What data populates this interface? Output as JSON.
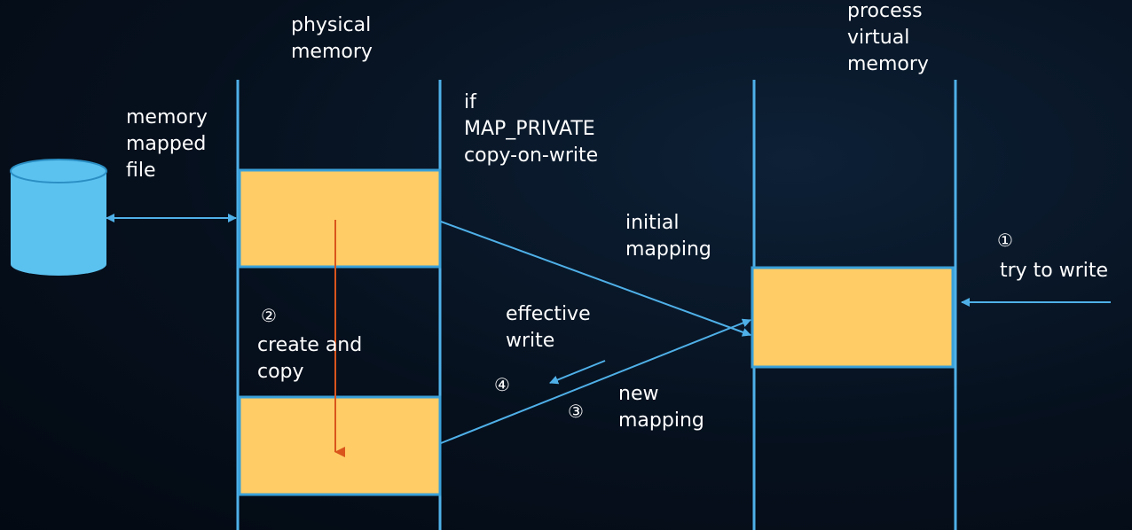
{
  "labels": {
    "physical_memory": "physical\nmemory",
    "process_virtual_memory": "process\nvirtual\nmemory",
    "memory_mapped_file": "memory\nmapped\nfile",
    "map_private_note": "if\nMAP_PRIVATE\ncopy-on-write",
    "initial_mapping": "initial\nmapping",
    "try_to_write": "try to write",
    "create_and_copy": "create and\ncopy",
    "effective_write": "effective\nwrite",
    "new_mapping": "new\nmapping"
  },
  "steps": {
    "one": "①",
    "two": "②",
    "three": "③",
    "four": "④"
  },
  "colors": {
    "page_fill": "#ffcc66",
    "page_border": "#3aa0d8",
    "column_line": "#4fb0e8",
    "arrow": "#4fb0e8",
    "copy_arrow": "#d9551c",
    "disk": "#5bc2f0",
    "text": "#ffffff"
  },
  "icons": {
    "disk": "disk-cylinder-icon"
  }
}
